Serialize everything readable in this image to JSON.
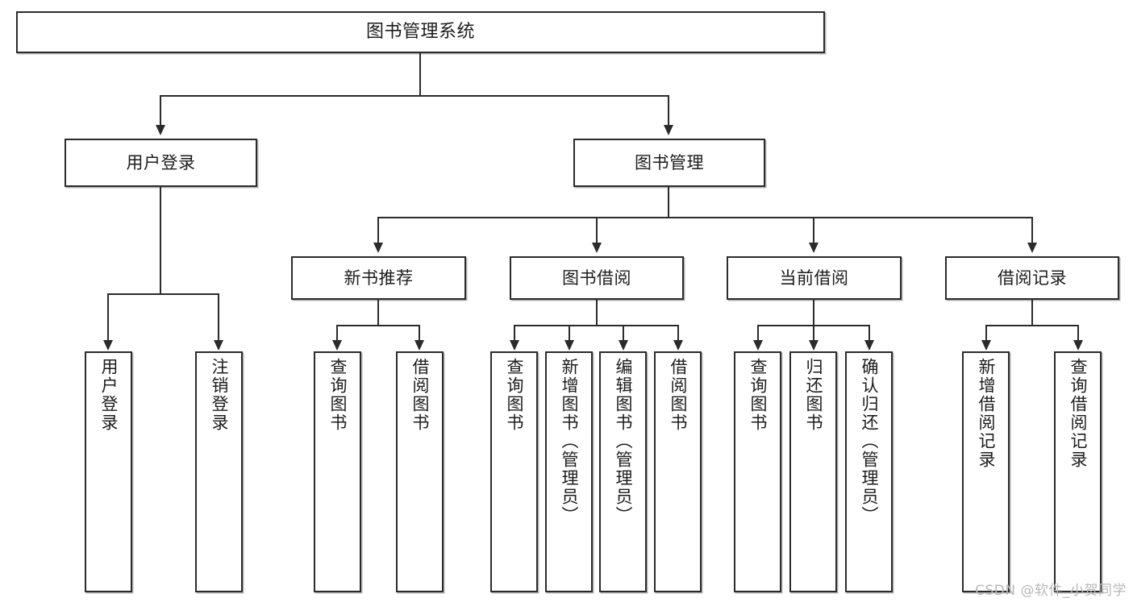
{
  "diagram": {
    "title": "图书管理系统",
    "watermark": "CSDN @软件_小贺同学",
    "colors": {
      "background": "#ffffff",
      "border": "#2b2b2b",
      "connector": "#2b2b2b",
      "text": "#1c1c1c",
      "shadow": "#b5b5b5",
      "watermark": "#b9b9b9"
    },
    "root": {
      "label": "图书管理系统"
    },
    "level2": [
      {
        "label": "用户登录"
      },
      {
        "label": "图书管理"
      }
    ],
    "level3": [
      {
        "label": "新书推荐"
      },
      {
        "label": "图书借阅"
      },
      {
        "label": "当前借阅"
      },
      {
        "label": "借阅记录"
      }
    ],
    "leaves": {
      "user_login": [
        {
          "label": "用户登录"
        },
        {
          "label": "注销登录"
        }
      ],
      "new_book_recommend": [
        {
          "label": "查询图书"
        },
        {
          "label": "借阅图书"
        }
      ],
      "book_borrow": [
        {
          "label": "查询图书"
        },
        {
          "label": "新增图书（管理员）"
        },
        {
          "label": "编辑图书（管理员）"
        },
        {
          "label": "借阅图书"
        }
      ],
      "current_borrow": [
        {
          "label": "查询图书"
        },
        {
          "label": "归还图书"
        },
        {
          "label": "确认归还（管理员）"
        }
      ],
      "borrow_record": [
        {
          "label": "新增借阅记录"
        },
        {
          "label": "查询借阅记录"
        }
      ]
    }
  }
}
